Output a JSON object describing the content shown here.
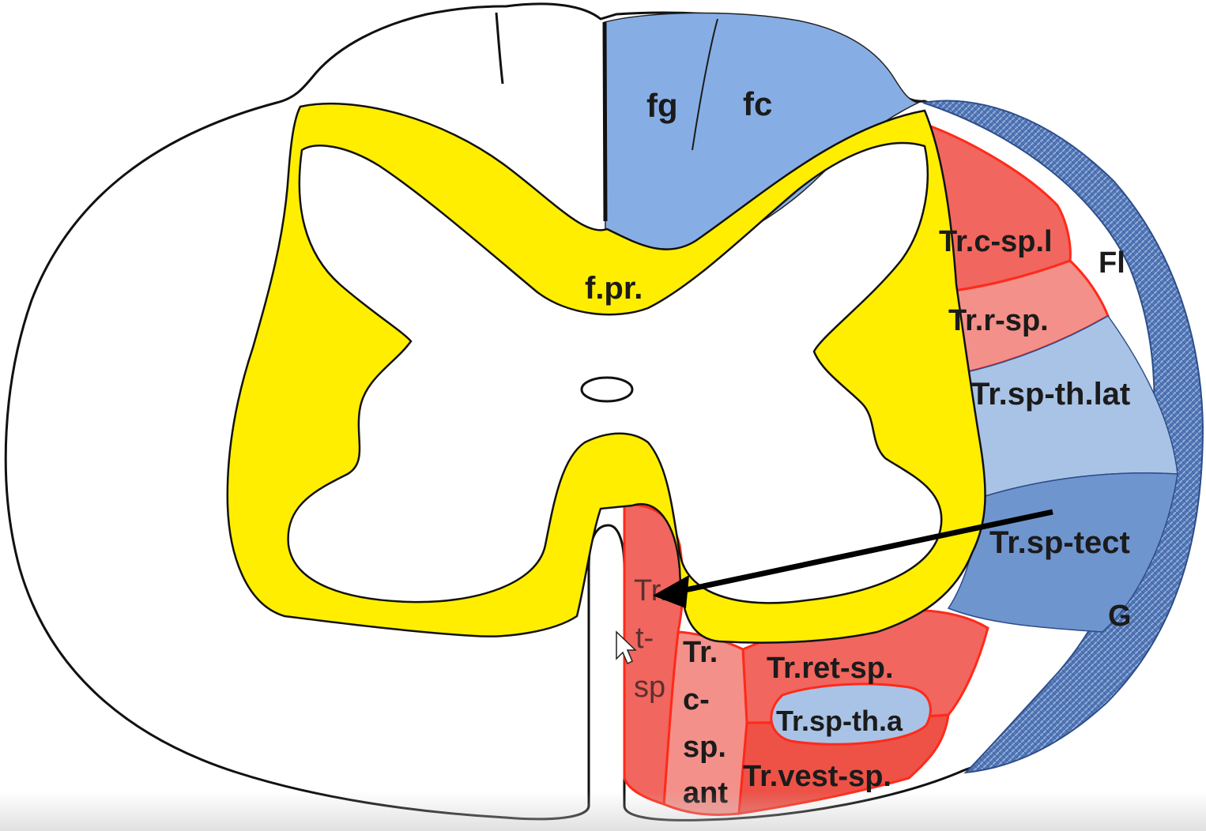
{
  "diagram": {
    "labels": {
      "fg": "fg",
      "fc": "fc",
      "fpr": "f.pr.",
      "tr_c_sp_l": "Tr.c-sp.l",
      "fl": "Fl",
      "tr_r_sp": "Tr.r-sp.",
      "tr_sp_th_lat": "Tr.sp-th.lat",
      "tr_sp_tect": "Tr.sp-tect",
      "g": "G",
      "tr_ret_sp": "Tr.ret-sp.",
      "tr_sp_th_a": "Tr.sp-th.a",
      "tr_vest_sp": "Tr.vest-sp.",
      "tr_t_sp_1": "Tr.",
      "tr_t_sp_2": "t-",
      "tr_t_sp_3": "sp",
      "tr_c_sp_ant_1": "Tr.",
      "tr_c_sp_ant_2": "c-",
      "tr_c_sp_ant_3": "sp.",
      "tr_c_sp_ant_4": "ant"
    },
    "colors": {
      "outline": "#111111",
      "grey_matter_yellow": "#ffee00",
      "dorsal_blue": "#86aee4",
      "light_blue": "#a9c3e6",
      "mid_blue": "#6f95cf",
      "dark_blue_hatched": "#4d72b3",
      "tract_red": "#f1665e",
      "tract_salmon": "#f4908a",
      "tract_red_stroke": "#ff2a1a"
    }
  }
}
